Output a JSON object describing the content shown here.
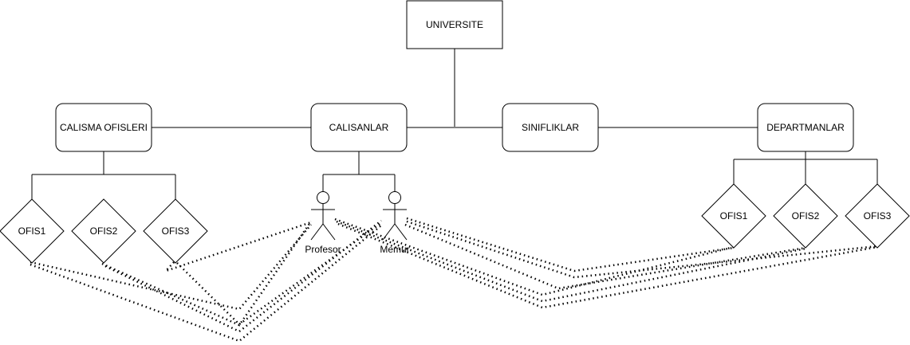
{
  "entities": {
    "universite": "UNIVERSITE",
    "calisma_ofisleri": "CALISMA OFISLERI",
    "calisanlar": "CALISANLAR",
    "sinifliklar": "SINIFLIKLAR",
    "departmanlar": "DEPARTMANLAR"
  },
  "left_offices": [
    "OFIS1",
    "OFIS2",
    "OFIS3"
  ],
  "right_offices": [
    "OFIS1",
    "OFIS2",
    "OFIS3"
  ],
  "actors": {
    "profesor": "Profesor",
    "memur": "Memur"
  }
}
